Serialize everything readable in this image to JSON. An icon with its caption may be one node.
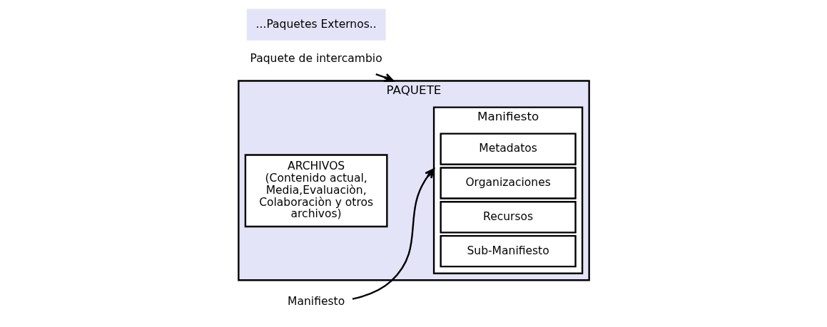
{
  "diagram": {
    "nodes": [
      {
        "text": [
          "Paquete de intercambio"
        ]
      },
      {
        "text": [
          "PAQUETE"
        ]
      },
      {
        "text": [
          "Manifiesto"
        ],
        "in": 1
      },
      {
        "text": [
          "Metadatos"
        ],
        "in": 2
      },
      {
        "text": [
          "Organizaciones"
        ],
        "in": 2
      },
      {
        "text": [
          "Recursos"
        ],
        "in": 2
      },
      {
        "text": [
          "Sub-Manifiesto"
        ],
        "in": 2
      },
      {
        "text": [
          "ARCHIVOS",
          "(Contenido actual, Media,Evaluaciòn, Colaboraciòn y otros archivos)"
        ],
        "in": 1
      },
      {
        "text": [
          "Manifiesto"
        ]
      },
      {
        "text": [
          "...Paquetes Externos.."
        ]
      }
    ],
    "edges": [
      {
        "from": 0,
        "to": 1,
        "arrow": "to"
      },
      {
        "from": 8,
        "to": 2,
        "arrow": "to"
      }
    ]
  }
}
